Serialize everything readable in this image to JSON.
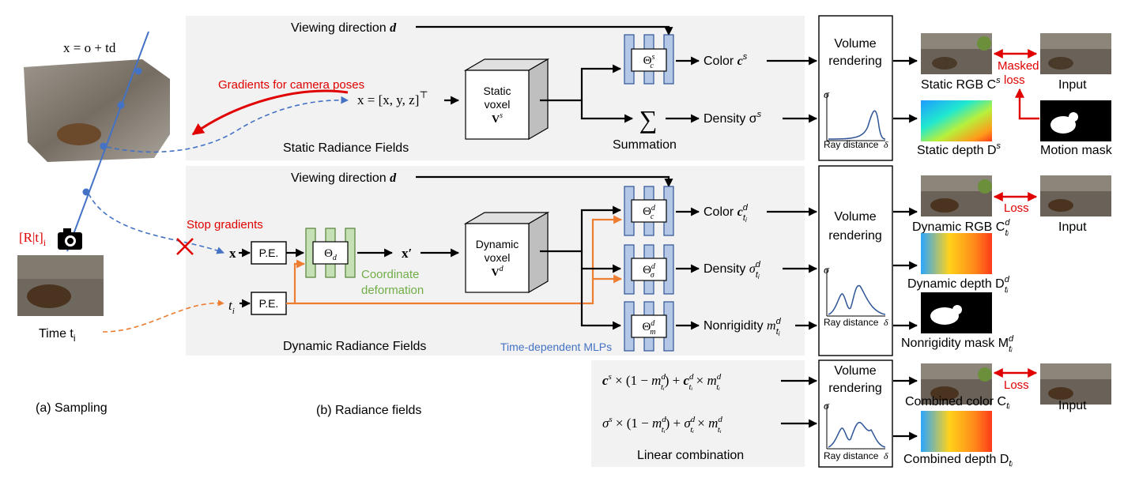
{
  "ray_eq": "x = o + td",
  "pose_label": "[R|t]",
  "pose_sub": "i",
  "time_label": "Time t",
  "time_sub": "i",
  "section_a": "(a) Sampling",
  "section_b": "(b) Radiance fields",
  "gradients_camera": "Gradients for camera poses",
  "stop_gradients": "Stop gradients",
  "viewing_dir": "Viewing direction",
  "viewing_dir_sym": "d",
  "static": {
    "x_def": "x = [x, y, z]",
    "x_def_sup": "⊤",
    "voxel": [
      "Static",
      "voxel",
      "V"
    ],
    "voxel_sup": "s",
    "theta_c": "Θ",
    "color_label": "Color",
    "color_sym": "c",
    "density_label": "Density σ",
    "sup": "s",
    "summation": "Summation",
    "sigma_sym": "∑",
    "fields_label": "Static Radiance Fields"
  },
  "dynamic": {
    "x": "x",
    "t": "t",
    "pe": "P.E.",
    "theta_d": "Θ",
    "theta_d_sub": "d",
    "x_prime": "x′",
    "coord_deform": [
      "Coordinate",
      "deformation"
    ],
    "voxel": [
      "Dynamic",
      "voxel",
      "V"
    ],
    "voxel_sup": "d",
    "color_label": "Color",
    "density_label": "Density",
    "nonrigidity_label": "Nonrigidity",
    "fields_label": "Dynamic Radiance Fields",
    "time_mlps": "Time-dependent MLPs"
  },
  "volume_rendering": [
    "Volume",
    "rendering"
  ],
  "ray_distance": "Ray distance",
  "sigma": "σ",
  "delta": "δ",
  "linear_combination": "Linear combination",
  "combo_color_eq": "c^s × (1 − m^d_ti) + c^d_ti × m^d_ti",
  "combo_density_eq": "σ^s × (1 − m^d_ti) + σ^d_ti × m^d_ti",
  "outputs": {
    "static_rgb": "Static RGB C",
    "static_depth": "Static depth D",
    "motion_mask": "Motion mask",
    "masked_loss": [
      "Masked",
      "loss"
    ],
    "input": "Input",
    "dynamic_rgb": "Dynamic RGB C",
    "dynamic_depth": "Dynamic depth D",
    "nonrigidity_mask": "Nonrigidity mask M",
    "loss": "Loss",
    "combined_color": "Combined color C",
    "combined_depth": "Combined depth D"
  },
  "colors": {
    "panel": "#f2f2f2",
    "mlp_blue": "#b4c7e7",
    "mlp_green": "#c5e0b4",
    "orange": "#ed7d31",
    "red": "#e00000",
    "blue_dash": "#4472c4",
    "green_text": "#70ad47",
    "blue_text": "#4472c4"
  }
}
